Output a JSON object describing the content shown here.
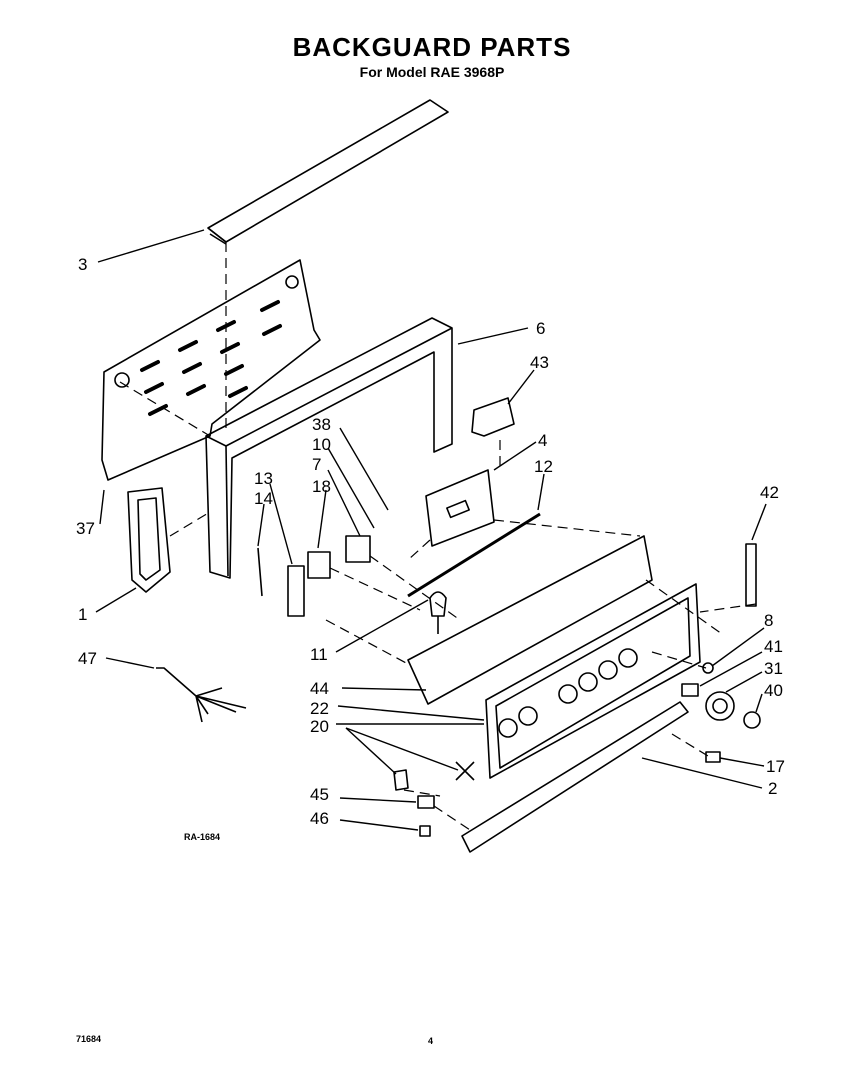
{
  "title": "BACKGUARD PARTS",
  "subtitle": "For Model RAE 3968P",
  "diagram_code": "RA-1684",
  "footer_code": "71684",
  "page_number": "4",
  "callouts": [
    "1",
    "2",
    "3",
    "4",
    "6",
    "7",
    "8",
    "10",
    "11",
    "12",
    "13",
    "14",
    "17",
    "18",
    "20",
    "22",
    "31",
    "37",
    "38",
    "40",
    "41",
    "42",
    "43",
    "44",
    "45",
    "46",
    "47"
  ]
}
